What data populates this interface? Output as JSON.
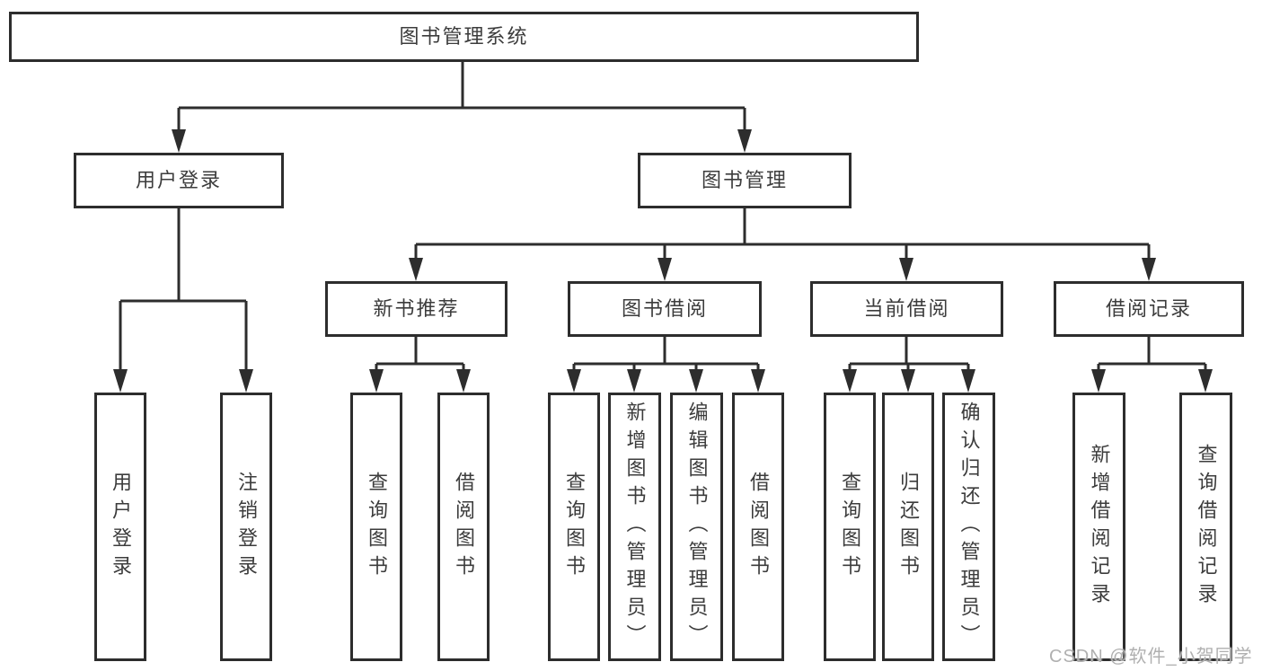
{
  "diagram_title": "图书管理系统",
  "tree": {
    "root": {
      "label": "图书管理系统"
    },
    "level2": {
      "user_login": {
        "label": "用户登录"
      },
      "book_mgmt": {
        "label": "图书管理"
      }
    },
    "level3": {
      "new_book": {
        "label": "新书推荐"
      },
      "book_borrow": {
        "label": "图书借阅"
      },
      "current_borrow": {
        "label": "当前借阅"
      },
      "borrow_record": {
        "label": "借阅记录"
      }
    },
    "leaves": {
      "user_login_1": {
        "label": "用户登录"
      },
      "user_login_2": {
        "label": "注销登录"
      },
      "new_book_1": {
        "label": "查询图书"
      },
      "new_book_2": {
        "label": "借阅图书"
      },
      "book_borrow_1": {
        "label": "查询图书"
      },
      "book_borrow_2": {
        "label": "新增图书（管理员）"
      },
      "book_borrow_3": {
        "label": "编辑图书（管理员）"
      },
      "book_borrow_4": {
        "label": "借阅图书"
      },
      "current_borrow_1": {
        "label": "查询图书"
      },
      "current_borrow_2": {
        "label": "归还图书"
      },
      "current_borrow_3": {
        "label": "确认归还（管理员）"
      },
      "borrow_record_1": {
        "label": "新增借阅记录"
      },
      "borrow_record_2": {
        "label": "查询借阅记录"
      }
    }
  },
  "watermark": "CSDN @软件_小贺同学",
  "colors": {
    "line": "#2d2d2d",
    "box_border": "#2d2d2d",
    "box_background": "#ffffff",
    "text": "#3c3c3c",
    "watermark": "#b0b0b0"
  }
}
